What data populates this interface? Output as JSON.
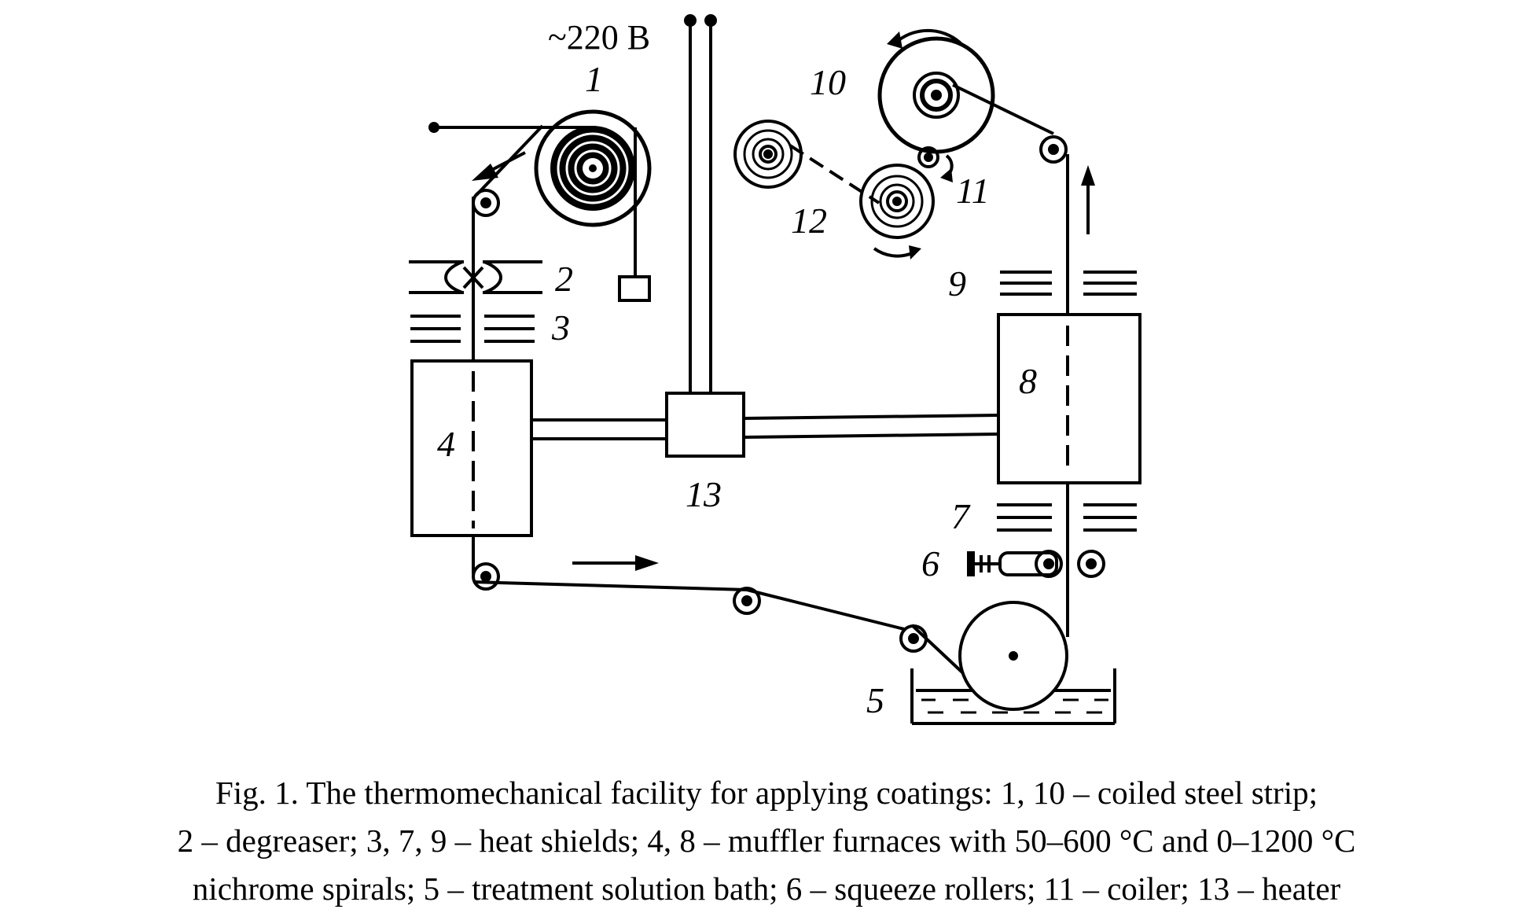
{
  "diagram": {
    "voltage": "~220 B",
    "labels": {
      "l1": "1",
      "l2": "2",
      "l3": "3",
      "l4": "4",
      "l5": "5",
      "l6": "6",
      "l7": "7",
      "l8": "8",
      "l9": "9",
      "l10": "10",
      "l11": "11",
      "l12": "12",
      "l13": "13"
    }
  },
  "caption": {
    "line1": "Fig. 1. The thermomechanical facility for applying coatings: 1, 10 – coiled steel strip;",
    "line2": "2 – degreaser; 3, 7, 9 – heat shields; 4, 8 – muffler furnaces with 50–600 °C and 0–1200 °C",
    "line3": "nichrome spirals; 5 – treatment solution bath; 6 – squeeze rollers; 11 – coiler; 13 – heater"
  }
}
